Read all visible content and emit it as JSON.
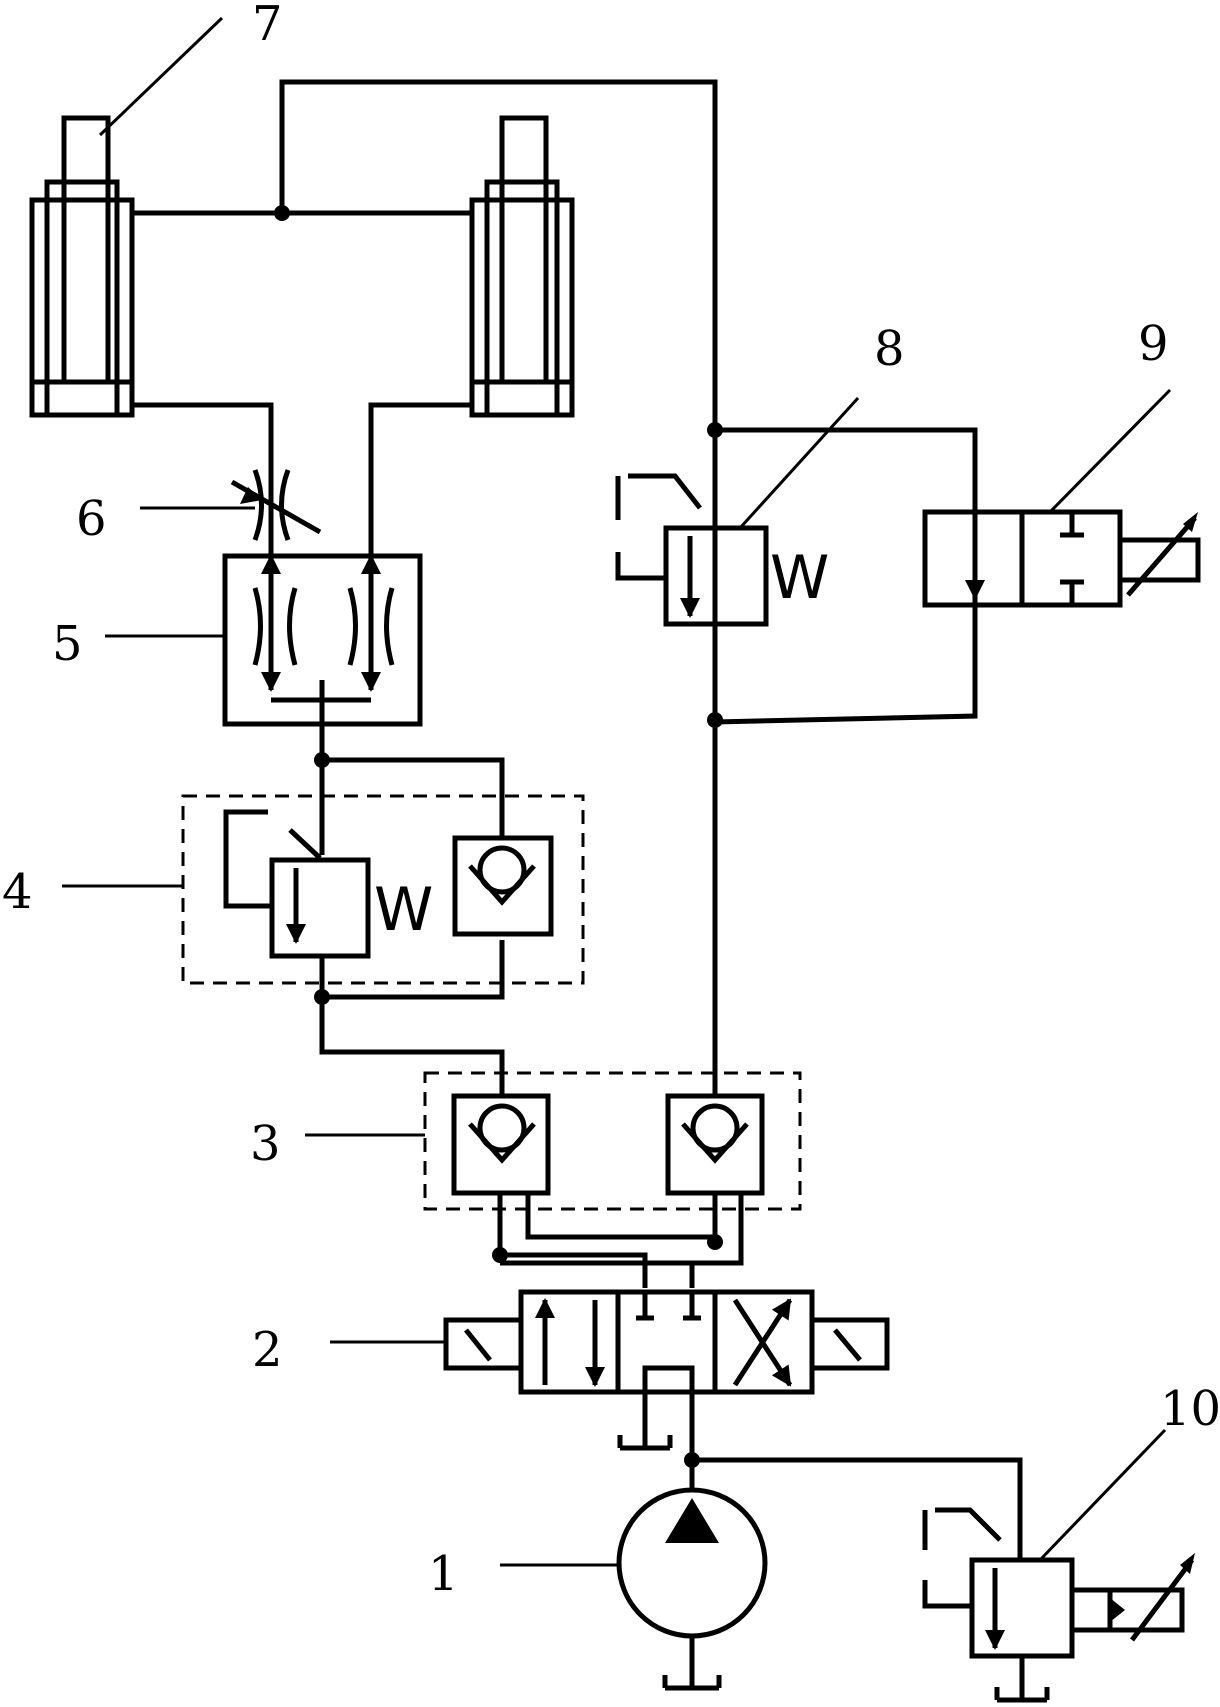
{
  "labels": {
    "pump": "1",
    "directional_valve": "2",
    "check_valve_pair": "3",
    "relief_check_group": "4",
    "flow_divider": "5",
    "throttle": "6",
    "cylinders": "7",
    "pressure_valve_8": "8",
    "solenoid_valve": "9",
    "relief_valve": "10"
  },
  "spring_symbol": "W"
}
